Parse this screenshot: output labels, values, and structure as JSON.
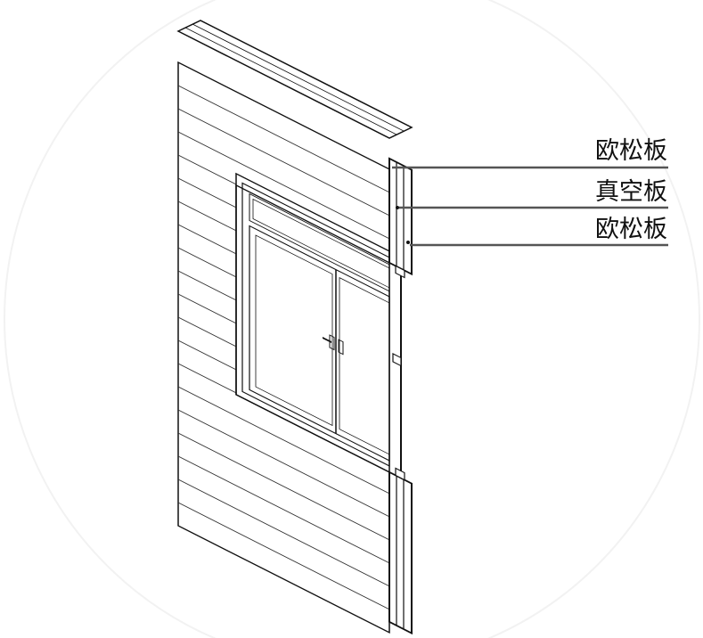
{
  "labels": [
    {
      "text": "欧松板"
    },
    {
      "text": "真空板"
    },
    {
      "text": "欧松板"
    }
  ],
  "colors": {
    "line": "#111111",
    "leader": "#555555",
    "background": "#ffffff"
  }
}
